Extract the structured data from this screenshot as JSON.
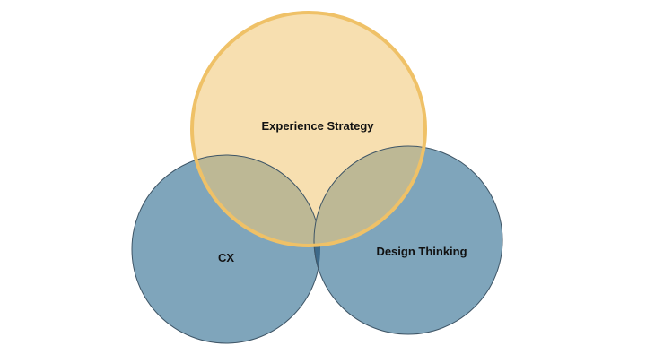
{
  "diagram": {
    "type": "venn",
    "sets": [
      {
        "id": "experience-strategy",
        "label": "Experience Strategy",
        "fill": "#F7DFB0",
        "stroke": "#EFC167"
      },
      {
        "id": "cx",
        "label": "CX",
        "fill": "#7FA5BB",
        "stroke": "#3E5566"
      },
      {
        "id": "design-thinking",
        "label": "Design Thinking",
        "fill": "#7FA5BB",
        "stroke": "#3E5566"
      }
    ],
    "overlap_fill": "#BDB895",
    "center_overlap_fill": "#3E6A8A"
  }
}
